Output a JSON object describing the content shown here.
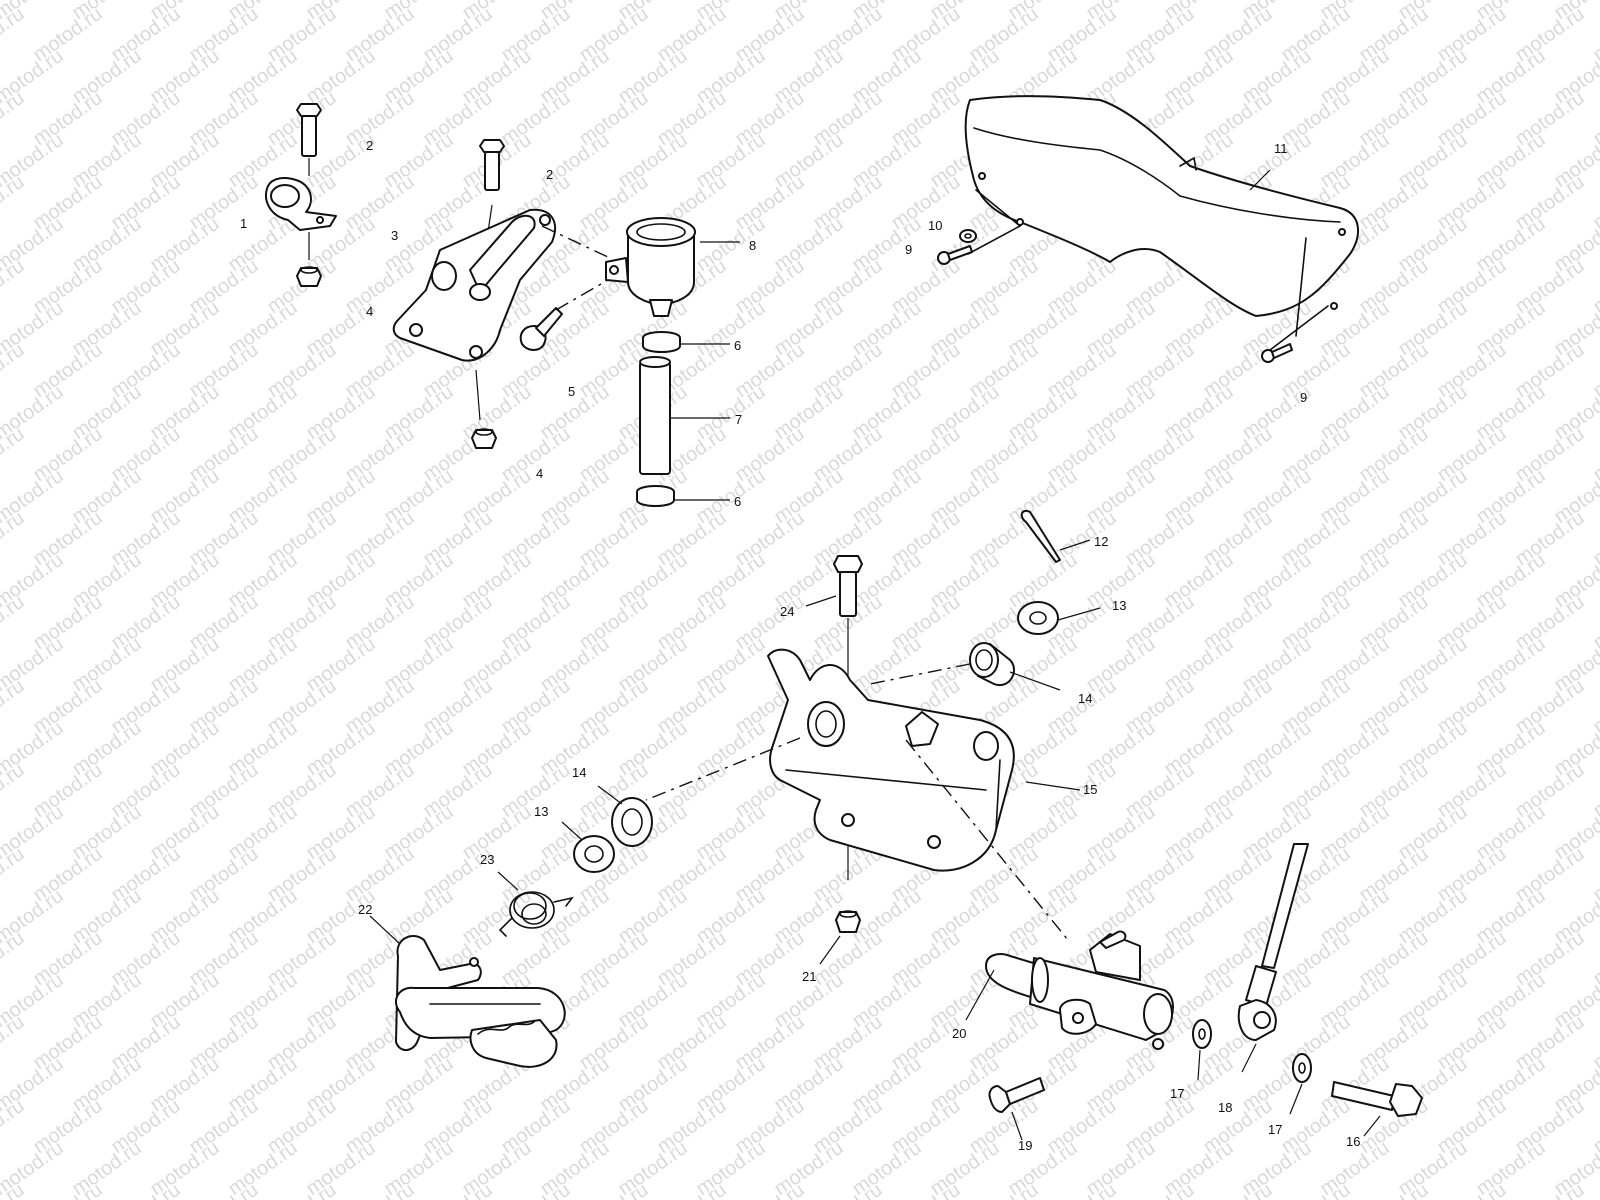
{
  "watermark": {
    "text": "motod.ru",
    "color": "#d9d9d9"
  },
  "callouts": [
    {
      "id": "c1",
      "text": "1"
    },
    {
      "id": "c2a",
      "text": "2"
    },
    {
      "id": "c2b",
      "text": "2"
    },
    {
      "id": "c3",
      "text": "3"
    },
    {
      "id": "c4a",
      "text": "4"
    },
    {
      "id": "c4b",
      "text": "4"
    },
    {
      "id": "c5",
      "text": "5"
    },
    {
      "id": "c6a",
      "text": "6"
    },
    {
      "id": "c6b",
      "text": "6"
    },
    {
      "id": "c7",
      "text": "7"
    },
    {
      "id": "c8",
      "text": "8"
    },
    {
      "id": "c9a",
      "text": "9"
    },
    {
      "id": "c9b",
      "text": "9"
    },
    {
      "id": "c10",
      "text": "10"
    },
    {
      "id": "c11",
      "text": "11"
    },
    {
      "id": "c12",
      "text": "12"
    },
    {
      "id": "c13a",
      "text": "13"
    },
    {
      "id": "c13b",
      "text": "13"
    },
    {
      "id": "c14a",
      "text": "14"
    },
    {
      "id": "c14b",
      "text": "14"
    },
    {
      "id": "c15",
      "text": "15"
    },
    {
      "id": "c16",
      "text": "16"
    },
    {
      "id": "c17a",
      "text": "17"
    },
    {
      "id": "c17b",
      "text": "17"
    },
    {
      "id": "c18",
      "text": "18"
    },
    {
      "id": "c19",
      "text": "19"
    },
    {
      "id": "c20",
      "text": "20"
    },
    {
      "id": "c21",
      "text": "21"
    },
    {
      "id": "c22",
      "text": "22"
    },
    {
      "id": "c23",
      "text": "23"
    },
    {
      "id": "c24",
      "text": "24"
    }
  ]
}
